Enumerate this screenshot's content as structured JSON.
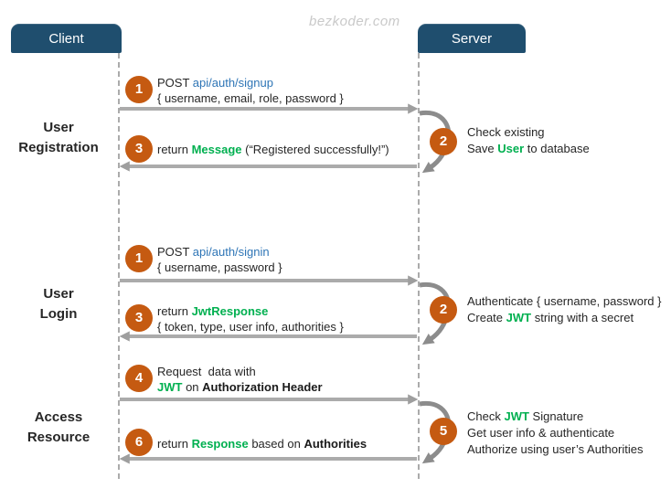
{
  "watermark": {
    "text": "bezkoder.com"
  },
  "actors": {
    "client": "Client",
    "server": "Server"
  },
  "colors": {
    "header_blue": "#1F4E6E",
    "circle_orange": "#C55A11",
    "keyword_green": "#00B050",
    "endpoint_blue": "#2E75B6",
    "arrow_gray": "#ABABAB",
    "curve_arrow_gray": "#8C8C8C",
    "lifeline_gray": "#ABABAB",
    "watermark_gray": "#C9C9C9"
  },
  "sections": {
    "registration": {
      "label_lines": [
        [
          {
            "t": "User"
          }
        ],
        [
          {
            "t": "Registration"
          }
        ]
      ]
    },
    "login": {
      "label_lines": [
        [
          {
            "t": "User"
          }
        ],
        [
          {
            "t": "Login"
          }
        ]
      ]
    },
    "access": {
      "label_lines": [
        [
          {
            "t": "Access"
          }
        ],
        [
          {
            "t": "Resource"
          }
        ]
      ]
    }
  },
  "steps": {
    "reg_request": {
      "num": "1",
      "lines": [
        [
          {
            "t": "POST ",
            "s": "plain"
          },
          {
            "t": "api/auth/signup",
            "s": "blue"
          }
        ],
        [
          {
            "t": "{ username, email, role, password }",
            "s": "plain"
          }
        ]
      ]
    },
    "reg_server": {
      "num": "2",
      "lines": [
        [
          {
            "t": "Check existing",
            "s": "plain"
          }
        ],
        [
          {
            "t": "Save ",
            "s": "plain"
          },
          {
            "t": "User",
            "s": "green"
          },
          {
            "t": " to database",
            "s": "plain"
          }
        ]
      ]
    },
    "reg_response": {
      "num": "3",
      "lines": [
        [
          {
            "t": "return ",
            "s": "plain"
          },
          {
            "t": "Message",
            "s": "green"
          },
          {
            "t": " (“Registered successfully!”)",
            "s": "plain"
          }
        ]
      ]
    },
    "login_request": {
      "num": "1",
      "lines": [
        [
          {
            "t": "POST ",
            "s": "plain"
          },
          {
            "t": "api/auth/signin",
            "s": "blue"
          }
        ],
        [
          {
            "t": "{ username, password }",
            "s": "plain"
          }
        ]
      ]
    },
    "login_server": {
      "num": "2",
      "lines": [
        [
          {
            "t": "Authenticate { username, password }",
            "s": "plain"
          }
        ],
        [
          {
            "t": "Create ",
            "s": "plain"
          },
          {
            "t": "JWT",
            "s": "green"
          },
          {
            "t": " string with a secret",
            "s": "plain"
          }
        ]
      ]
    },
    "login_response": {
      "num": "3",
      "lines": [
        [
          {
            "t": "return ",
            "s": "plain"
          },
          {
            "t": "JwtResponse",
            "s": "green"
          }
        ],
        [
          {
            "t": "{ token, type, user info, authorities }",
            "s": "plain"
          }
        ]
      ]
    },
    "access_request": {
      "num": "4",
      "lines": [
        [
          {
            "t": "Request  data with",
            "s": "plain"
          }
        ],
        [
          {
            "t": "JWT",
            "s": "green"
          },
          {
            "t": " on ",
            "s": "plain"
          },
          {
            "t": "Authorization Header",
            "s": "bold"
          }
        ]
      ]
    },
    "access_server": {
      "num": "5",
      "lines": [
        [
          {
            "t": "Check ",
            "s": "plain"
          },
          {
            "t": "JWT",
            "s": "green"
          },
          {
            "t": " Signature",
            "s": "plain"
          }
        ],
        [
          {
            "t": "Get user info & authenticate",
            "s": "plain"
          }
        ],
        [
          {
            "t": "Authorize using user’s Authorities",
            "s": "plain"
          }
        ]
      ]
    },
    "access_response": {
      "num": "6",
      "lines": [
        [
          {
            "t": "return ",
            "s": "plain"
          },
          {
            "t": "Response",
            "s": "green"
          },
          {
            "t": " based on ",
            "s": "plain"
          },
          {
            "t": "Authorities",
            "s": "bold"
          }
        ]
      ]
    }
  }
}
